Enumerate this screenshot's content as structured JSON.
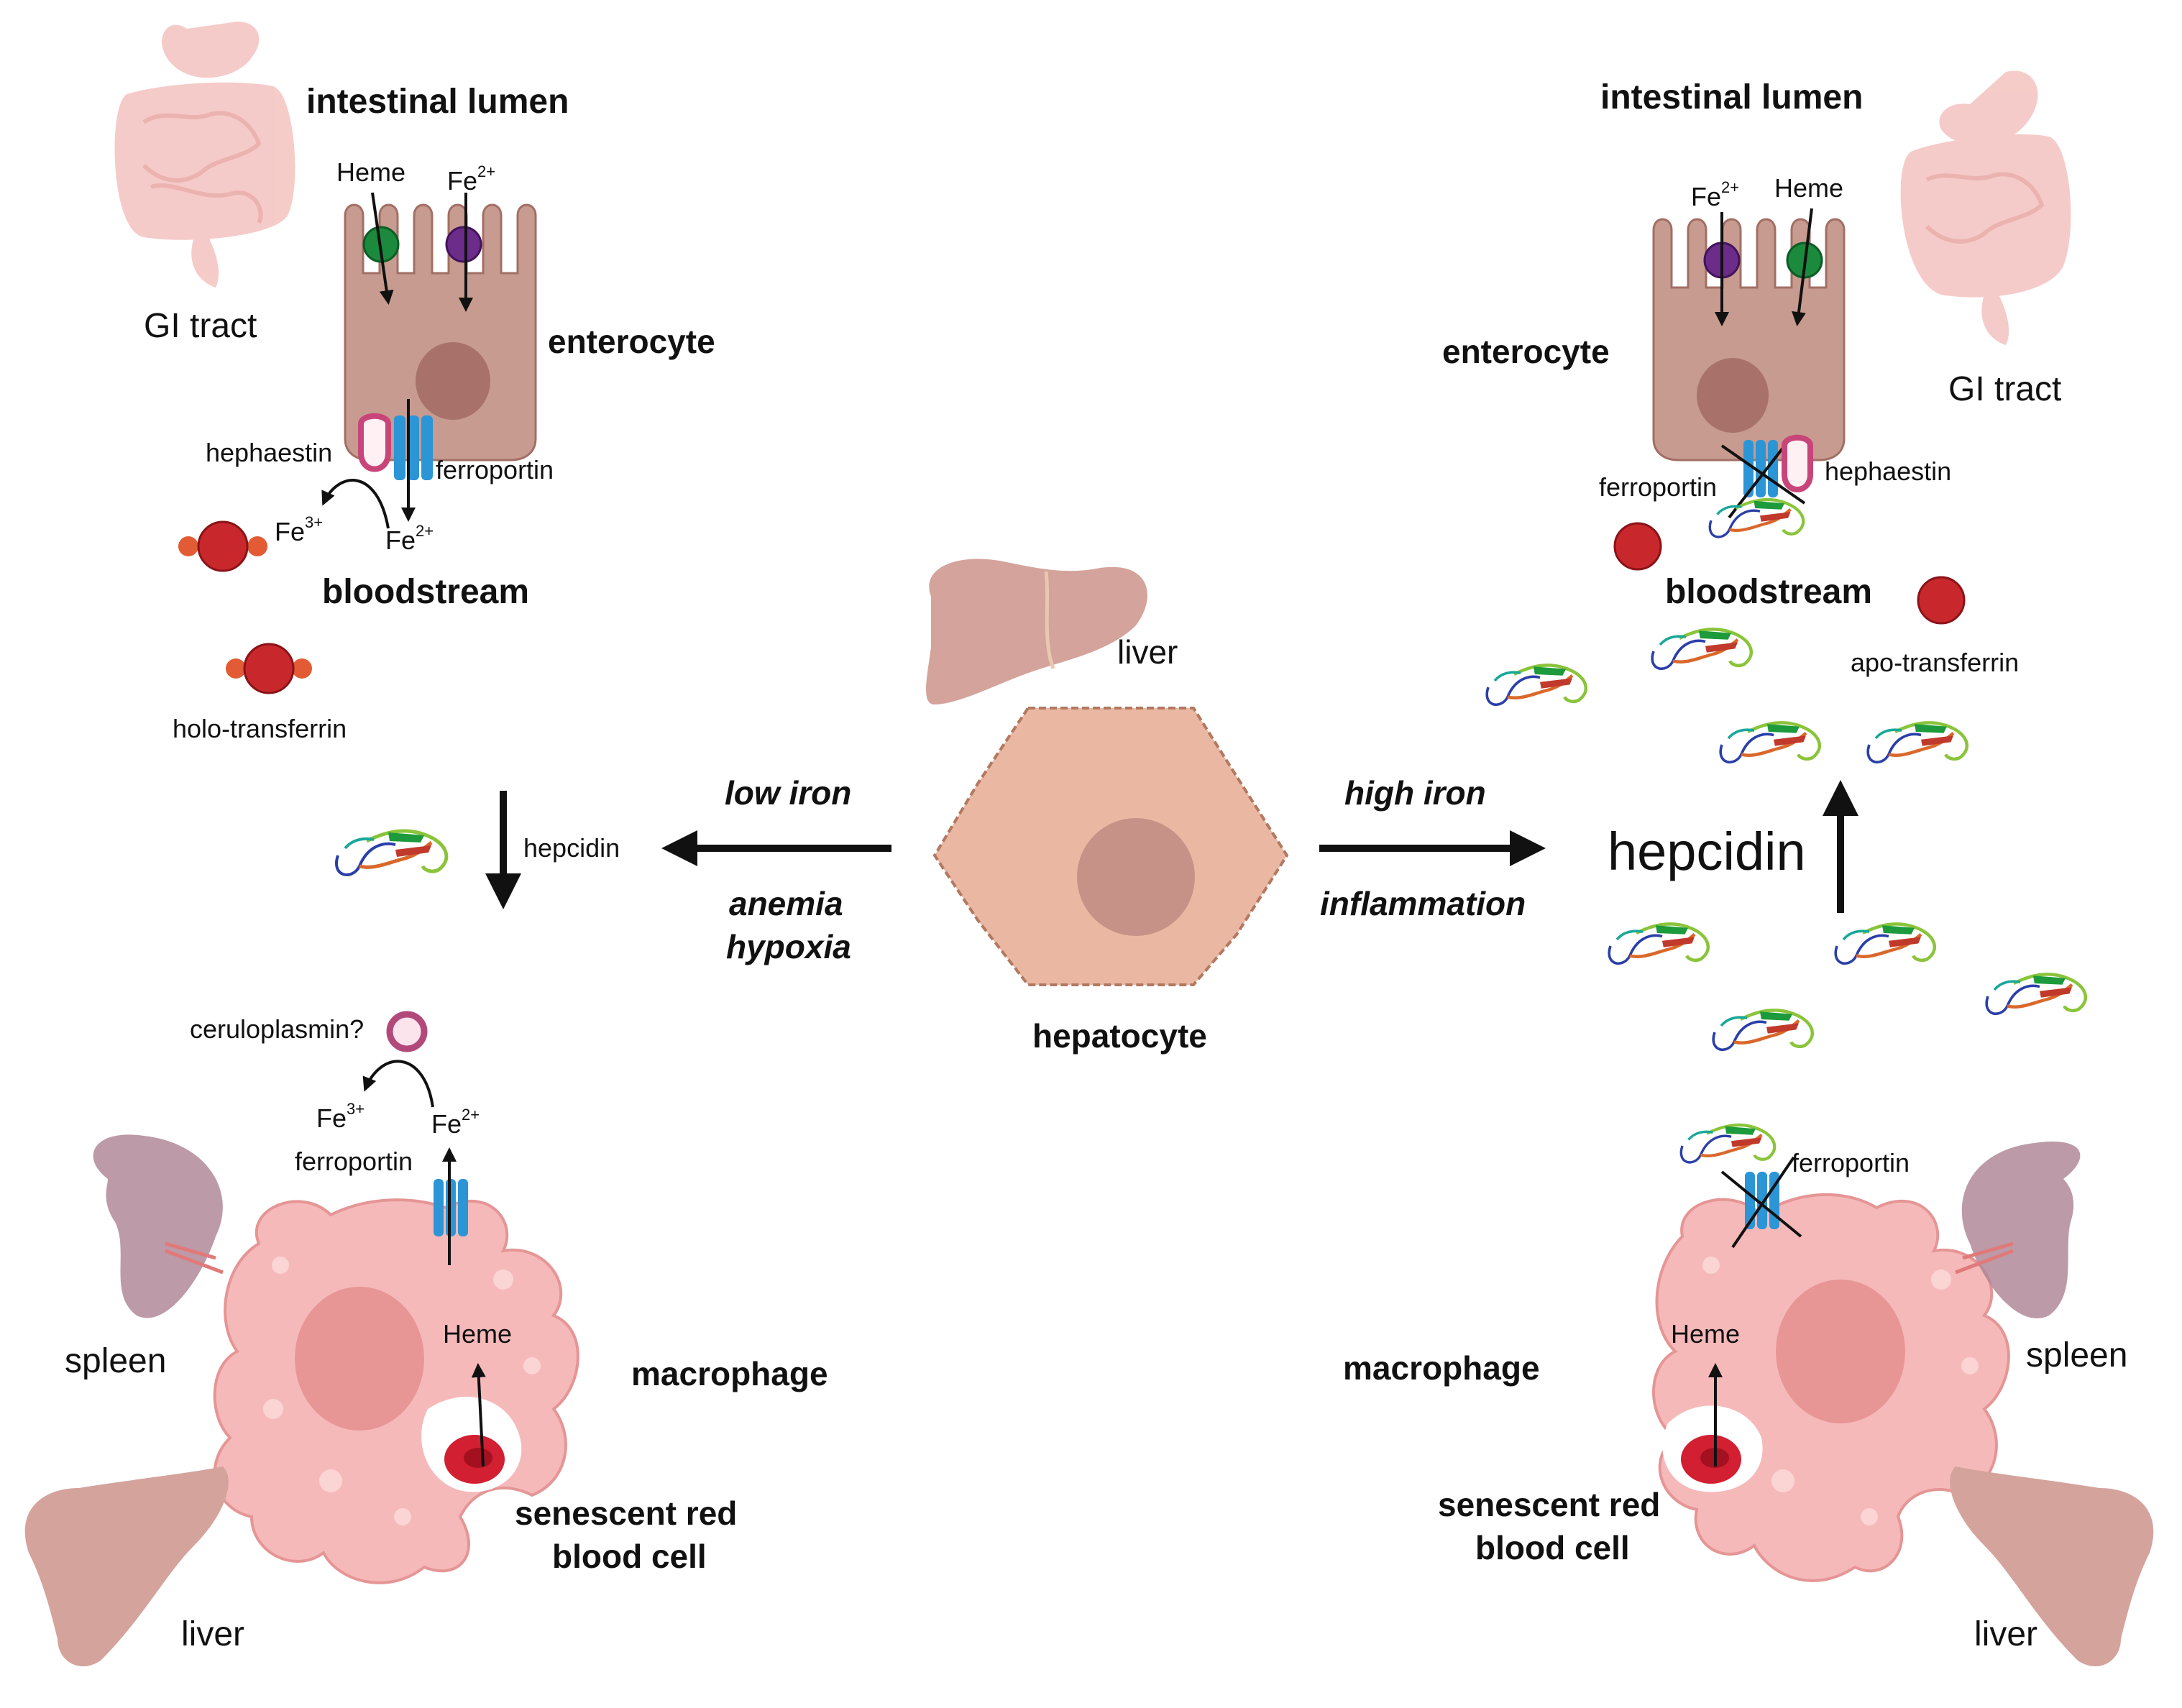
{
  "left": {
    "intestinal_lumen": "intestinal lumen",
    "gi_tract": "GI tract",
    "heme_top": "Heme",
    "fe2_top": "Fe",
    "fe2_sup": "2+",
    "enterocyte": "enterocyte",
    "hephaestin": "hephaestin",
    "ferroportin_top": "ferroportin",
    "fe3_blood": "Fe",
    "fe3_sup": "3+",
    "fe2_blood": "Fe",
    "bloodstream": "bloodstream",
    "holo_transferrin": "holo-transferrin",
    "hepcidin": "hepcidin",
    "ceruloplasmin": "ceruloplasmin?",
    "fe3_mac": "Fe",
    "fe2_mac": "Fe",
    "ferroportin_mac": "ferroportin",
    "heme_mac": "Heme",
    "spleen": "spleen",
    "macrophage": "macrophage",
    "senescent_1": "senescent red",
    "senescent_2": "blood cell",
    "liver": "liver"
  },
  "center": {
    "liver": "liver",
    "hepatocyte": "hepatocyte",
    "low_iron": "low iron",
    "anemia": "anemia",
    "hypoxia": "hypoxia",
    "high_iron": "high iron",
    "inflammation": "inflammation"
  },
  "right": {
    "intestinal_lumen": "intestinal lumen",
    "fe2_top": "Fe",
    "heme_top": "Heme",
    "enterocyte": "enterocyte",
    "gi_tract": "GI tract",
    "ferroportin_top": "ferroportin",
    "hephaestin": "hephaestin",
    "bloodstream": "bloodstream",
    "apo_transferrin": "apo-transferrin",
    "hepcidin": "hepcidin",
    "ferroportin_mac": "ferroportin",
    "heme_mac": "Heme",
    "macrophage": "macrophage",
    "spleen": "spleen",
    "senescent_1": "senescent red",
    "senescent_2": "blood cell",
    "liver": "liver"
  },
  "colors": {
    "enterocyte": "#c79b90",
    "nucleus": "#a8726a",
    "ferroportin": "#2b95d6",
    "hephaestin": "#c8457a",
    "transferrin": "#c8282c",
    "macrophage": "#f6b9b9",
    "hepatocyte": "#eab8a2",
    "liver": "#d4a39c",
    "spleen": "#b28898",
    "gi": "#f4c3c0"
  }
}
